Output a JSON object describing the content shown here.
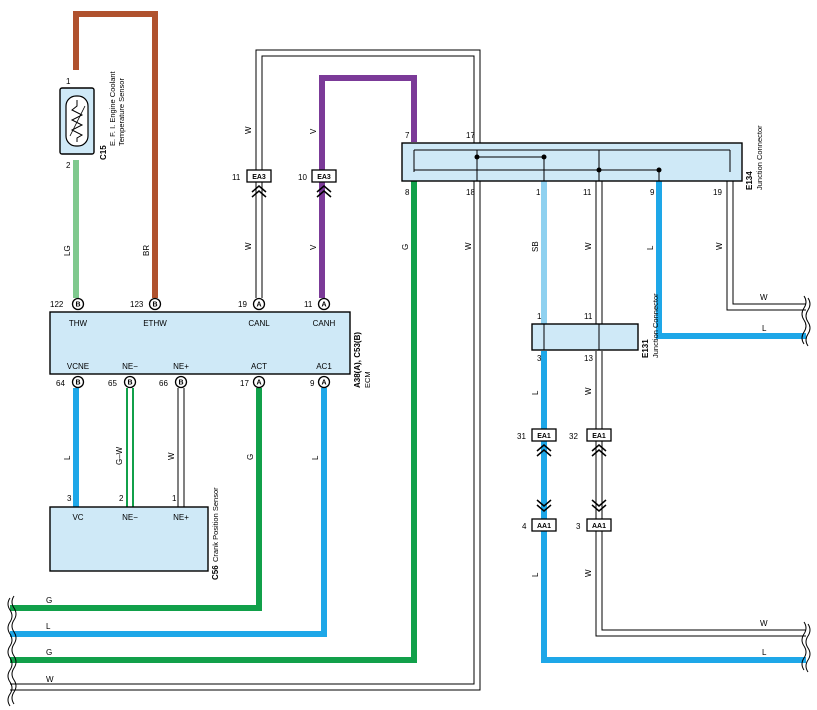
{
  "components": {
    "c15": {
      "id": "C15",
      "name1": "E. F. I. Engine Coolant",
      "name2": "Temperature Sensor",
      "pin1": "1",
      "pin2": "2"
    },
    "ecm": {
      "id": "A38(A), C53(B)",
      "name": "ECM",
      "top_pins": [
        {
          "num": "122",
          "conn": "B",
          "term": "THW"
        },
        {
          "num": "123",
          "conn": "B",
          "term": "ETHW"
        },
        {
          "num": "19",
          "conn": "A",
          "term": "CANL"
        },
        {
          "num": "11",
          "conn": "A",
          "term": "CANH"
        }
      ],
      "bottom_pins": [
        {
          "num": "64",
          "conn": "B",
          "term": "VCNE"
        },
        {
          "num": "65",
          "conn": "B",
          "term": "NE−"
        },
        {
          "num": "66",
          "conn": "B",
          "term": "NE+"
        },
        {
          "num": "17",
          "conn": "A",
          "term": "ACT"
        },
        {
          "num": "9",
          "conn": "A",
          "term": "AC1"
        }
      ]
    },
    "c56": {
      "id": "C56",
      "name": "Crank Position Sensor",
      "pins": [
        {
          "num": "3",
          "term": "VC"
        },
        {
          "num": "2",
          "term": "NE−"
        },
        {
          "num": "1",
          "term": "NE+"
        }
      ]
    },
    "e134": {
      "id": "E134",
      "name": "Junction Connector",
      "top_pins": [
        "7",
        "17"
      ],
      "bottom_pins": [
        "8",
        "18",
        "1",
        "11",
        "9",
        "19"
      ]
    },
    "e131": {
      "id": "E131",
      "name": "Junction Connector",
      "top_pins": [
        "1",
        "11"
      ],
      "bottom_pins": [
        "3",
        "13"
      ]
    }
  },
  "inline_connectors": [
    {
      "pin": "11",
      "name": "EA3"
    },
    {
      "pin": "10",
      "name": "EA3"
    },
    {
      "pin": "31",
      "name": "EA1"
    },
    {
      "pin": "32",
      "name": "EA1"
    },
    {
      "pin": "4",
      "name": "AA1"
    },
    {
      "pin": "3",
      "name": "AA1"
    }
  ],
  "wire_labels": {
    "lg": "LG",
    "br": "BR",
    "w_canl_top": "W",
    "w_canl_bot": "W",
    "v_top": "V",
    "v_bot": "V",
    "g_e134": "G",
    "w_e134": "W",
    "sb": "SB",
    "w_e134_11": "W",
    "l_e134_9": "L",
    "w_e134_19": "W",
    "l_e131_3": "L",
    "w_e131_13": "W",
    "l_aa1_4": "L",
    "w_aa1_3": "W",
    "l_vcne": "L",
    "gw": "G–W",
    "w_ne": "W",
    "g_act": "G",
    "l_ac1": "L",
    "right_w1": "W",
    "right_l1": "L",
    "right_w2": "W",
    "right_l2": "L",
    "left_g1": "G",
    "left_l1": "L",
    "left_g2": "G",
    "left_w": "W"
  },
  "colors": {
    "brown": "#b0522e",
    "lightgreen": "#7fc98e",
    "purple": "#7b3a98",
    "green": "#11a04a",
    "blue": "#1ea7e8",
    "skyblue": "#8fd1f0",
    "component_fill": "#cfe9f7",
    "white_wire": "#ffffff"
  }
}
